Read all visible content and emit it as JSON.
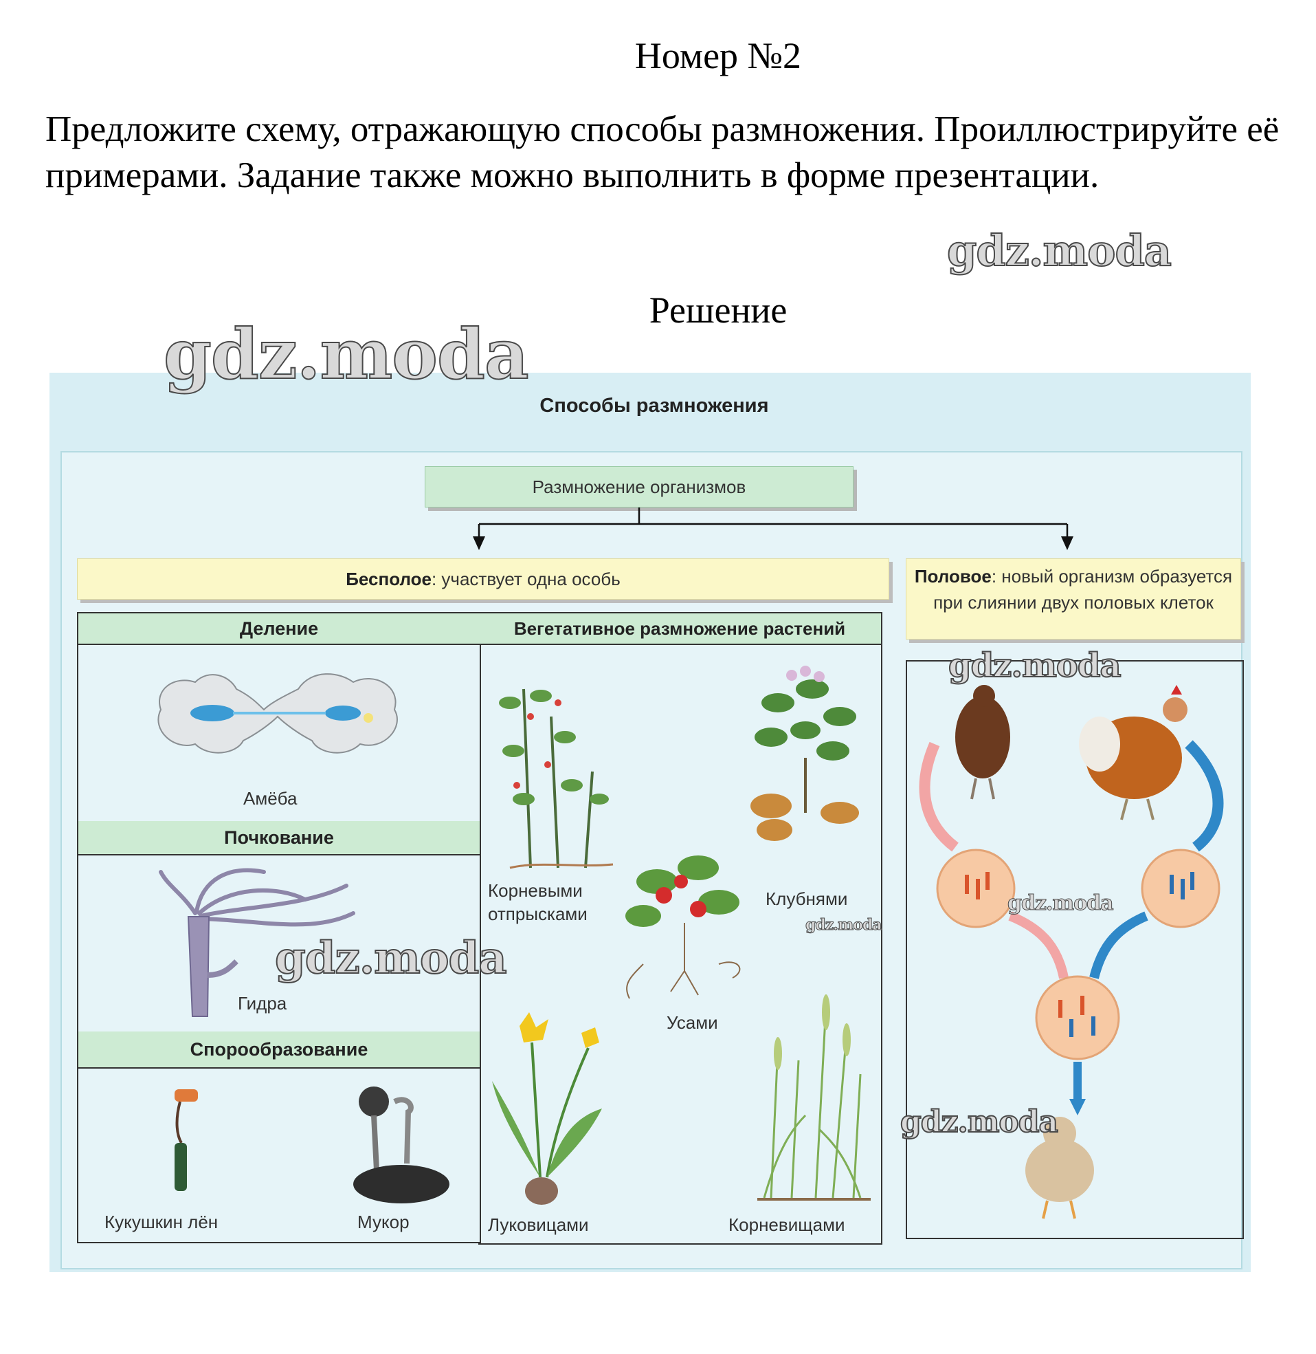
{
  "task": {
    "number": "Номер №2",
    "text": "Предложите схему, отражающую способы размножения. Проиллюстрируйте её примерами. Задание также можно выполнить в форме презентации.",
    "solution_heading": "Решение"
  },
  "watermarks": [
    "gdz.moda",
    "gdz.moda",
    "gdz.moda",
    "gdz.moda",
    "gdz.moda",
    "gdz.moda",
    "gdz.moda"
  ],
  "figure": {
    "title": "Способы размножения",
    "root": "Размножение организмов",
    "asexual": {
      "bold": "Бесполое",
      "rest": ": участвует одна особь"
    },
    "sexual": {
      "bold": "Половое",
      "rest": ": новый организм образуется при слиянии двух половых клеток"
    },
    "sections": {
      "division": {
        "title": "Деление",
        "example": "Амёба"
      },
      "budding": {
        "title": "Почкование",
        "example": "Гидра"
      },
      "spores": {
        "title": "Спорообразование",
        "example_1": "Кукушкин лён",
        "example_2": "Мукор"
      },
      "vegetative": {
        "title": "Вегетативное размножение растений",
        "root_suckers": "Корневыми отпрысками",
        "tubers": "Клубнями",
        "runners": "Усами",
        "bulbs": "Луковицами",
        "rhizomes": "Корневищами"
      }
    }
  }
}
